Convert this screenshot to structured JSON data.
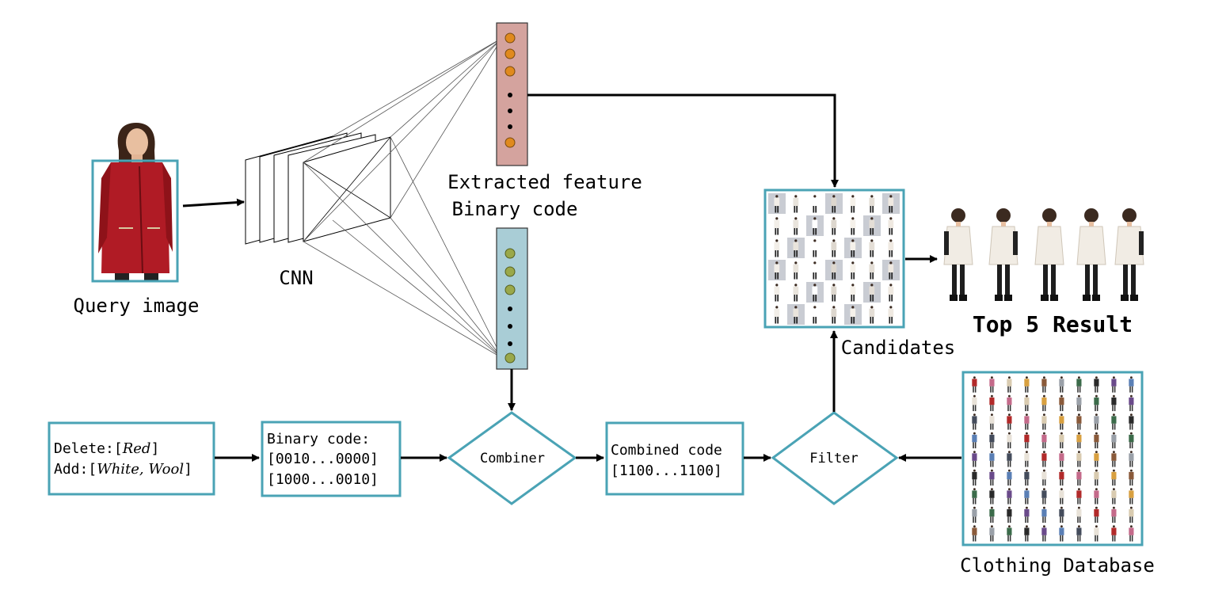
{
  "colors": {
    "box_border": "#4aa3b5",
    "extracted_fill": "#d4a39e",
    "binary_fill": "#a9cdd6",
    "extracted_dot": "#e08a1e",
    "binary_dot": "#9aa84a",
    "arrow": "#000000",
    "coat_red": "#b01b25",
    "coat_cream": "#f1ece4"
  },
  "labels": {
    "query_image": "Query image",
    "cnn": "CNN",
    "extracted_feature": "Extracted feature",
    "binary_code": "Binary code",
    "candidates": "Candidates",
    "top5": "Top 5 Result",
    "clothing_db": "Clothing Database"
  },
  "attribute_box": {
    "delete_prefix": "Delete:[",
    "delete_value": "Red",
    "delete_suffix": "]",
    "add_prefix": "Add:[",
    "add_value": "White, Wool",
    "add_suffix": "]"
  },
  "binary_box": {
    "title": "Binary code:",
    "line1": "[0010...0000]",
    "line2": "[1000...0010]"
  },
  "combined_box": {
    "title": "Combined code",
    "line1": "[1100...1100]"
  },
  "nodes": {
    "combiner": "Combiner",
    "filter": "Filter"
  },
  "icons": [
    "query-coat-image",
    "candidate-thumbnail-grid",
    "clothing-database-grid",
    "result-model-figure"
  ]
}
